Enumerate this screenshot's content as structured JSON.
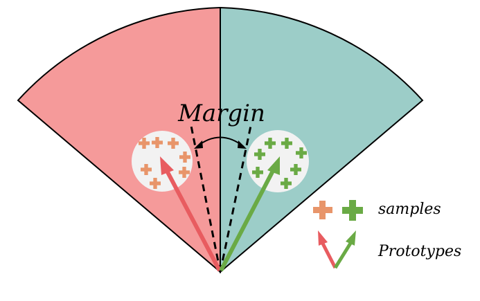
{
  "labels": {
    "margin": "Margin",
    "samples": "samples",
    "prototypes": "Prototypes"
  },
  "colors": {
    "left_region": "#f59a9a",
    "right_region": "#9ccdc8",
    "cluster_bg": "#f2f2f2",
    "left_samples": "#e8956a",
    "right_samples": "#6aaa45",
    "left_prototype": "#e85c60",
    "right_prototype": "#6aaa45",
    "outline": "#000000"
  },
  "icons": {
    "samples_legend": [
      "plus-icon",
      "plus-icon"
    ],
    "prototypes_legend": [
      "arrow-icon",
      "arrow-icon"
    ]
  }
}
